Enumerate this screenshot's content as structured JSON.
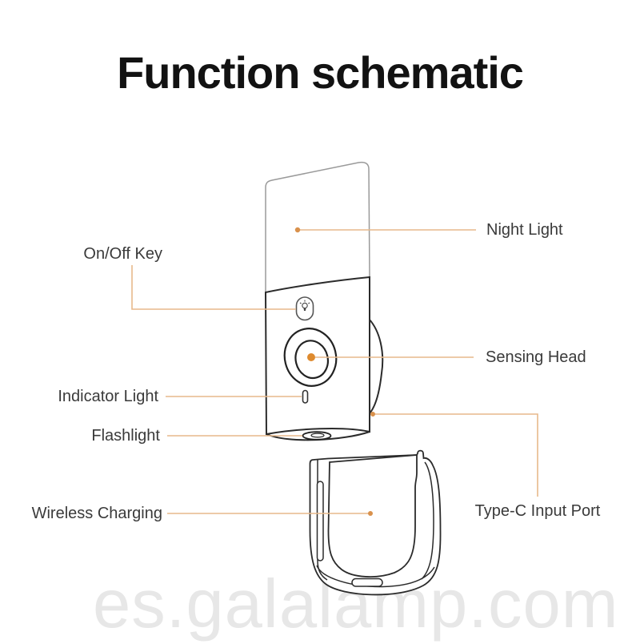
{
  "title": "Function schematic",
  "watermark": "es.galalamp.com",
  "colors": {
    "accent_line": "#e7b98b",
    "accent_dot": "#d9914c",
    "sensor_dot": "#de8a2e",
    "outline_dark": "#2b2b2b",
    "outline_light": "#9a9a9a",
    "label_text": "#3a3a3a",
    "title_text": "#121212",
    "watermark_text": "#e7e7e7"
  },
  "labels": {
    "night_light": "Night Light",
    "on_off_key": "On/Off Key",
    "sensing_head": "Sensing Head",
    "indicator_light": "Indicator Light",
    "flashlight": "Flashlight",
    "wireless_charging": "Wireless Charging",
    "type_c_input_port": "Type-C Input Port"
  }
}
